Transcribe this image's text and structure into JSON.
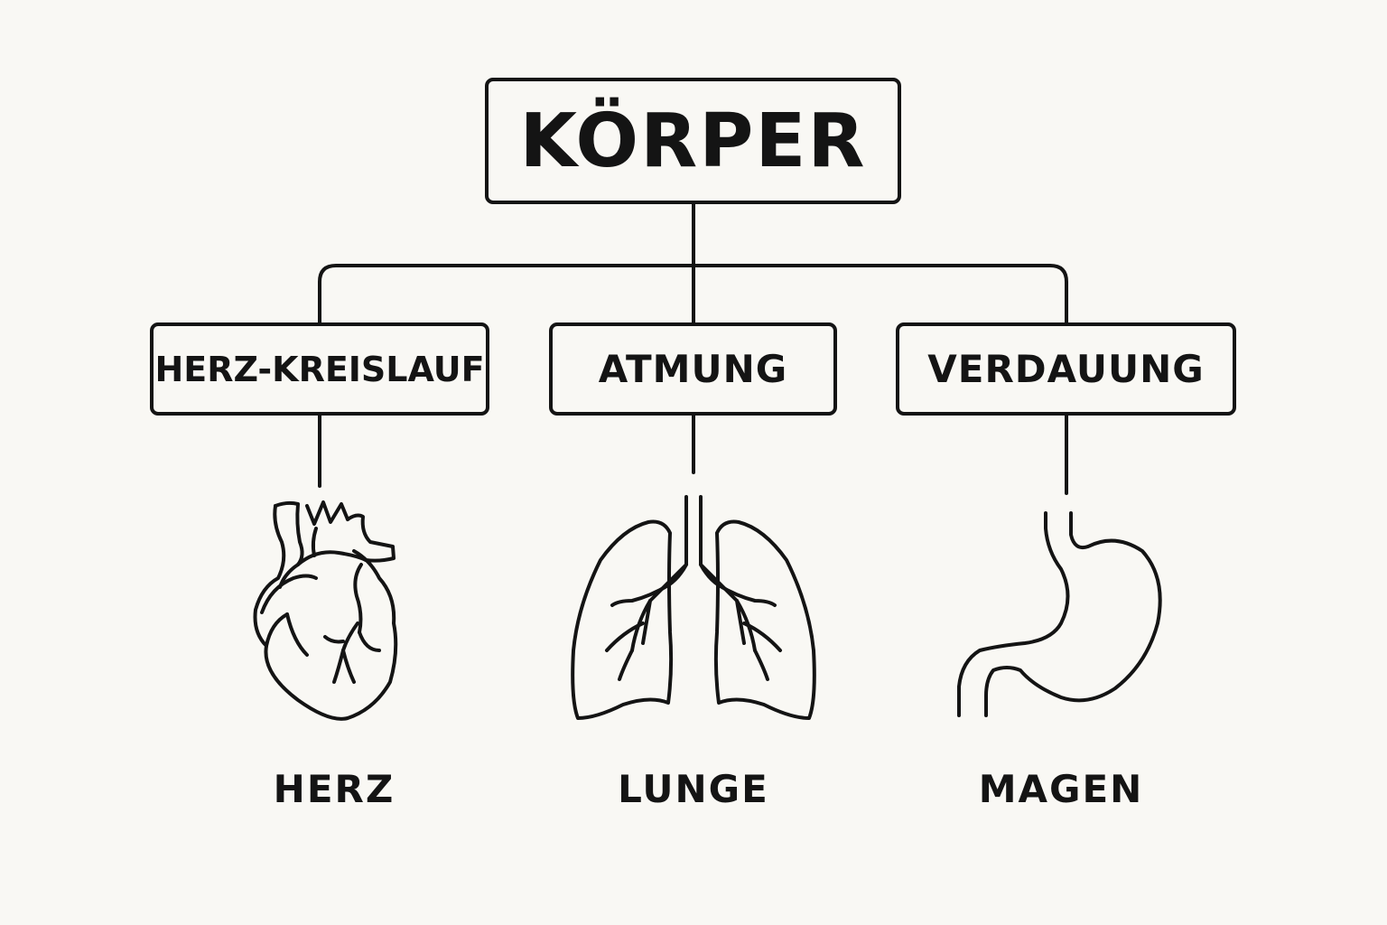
{
  "root": {
    "label": "KÖRPER"
  },
  "categories": [
    {
      "label": "HERZ-KREISLAUF",
      "organ": "HERZ",
      "icon": "heart-icon"
    },
    {
      "label": "ATMUNG",
      "organ": "LUNGE",
      "icon": "lungs-icon"
    },
    {
      "label": "VERDAUUNG",
      "organ": "MAGEN",
      "icon": "stomach-icon"
    }
  ],
  "colors": {
    "line": "#141414",
    "background": "#f9f8f4"
  }
}
